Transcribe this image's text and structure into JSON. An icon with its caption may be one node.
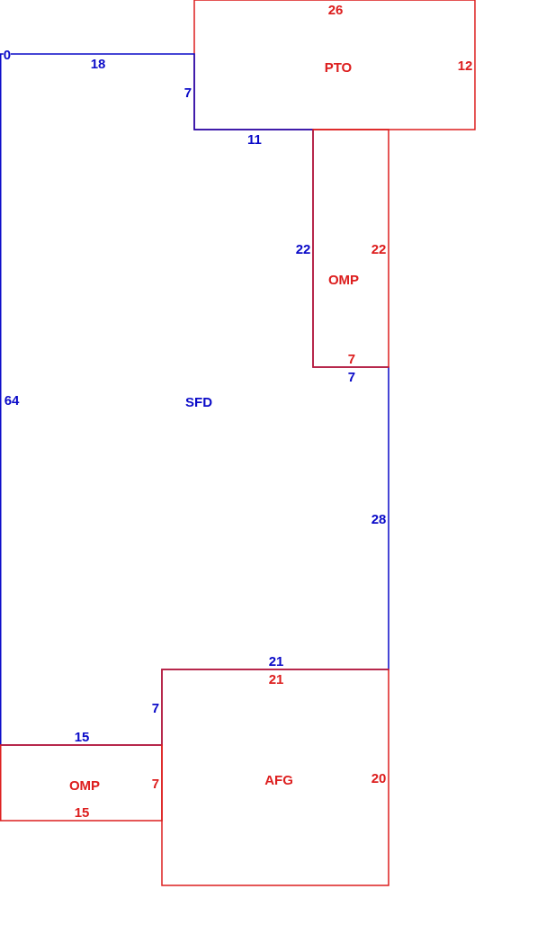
{
  "diagram": {
    "nodes": [
      {
        "text": [
          "26",
          "PTO",
          "12"
        ]
      },
      {
        "text": [
          "SFD",
          "0",
          "18",
          "7",
          "11",
          "22",
          "7",
          "64",
          "28",
          "21",
          "7",
          "15"
        ]
      },
      {
        "text": [
          "OMP",
          "22",
          "7"
        ]
      },
      {
        "text": [
          "21",
          "AFG",
          "20"
        ]
      },
      {
        "text": [
          "OMP",
          "7",
          "15"
        ]
      }
    ]
  }
}
